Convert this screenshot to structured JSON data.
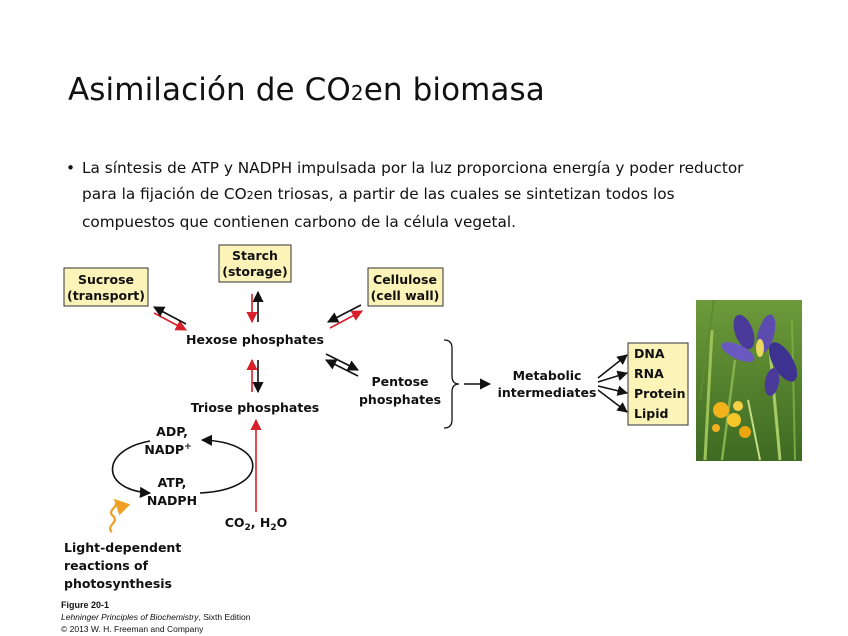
{
  "slide": {
    "title_pre": "Asimilación de CO",
    "title_sub": "2",
    "title_post": "en biomasa",
    "bullet_pre": "La síntesis de ATP y NADPH impulsada por la luz proporciona energía y poder reductor para la fijación de CO",
    "bullet_sub": "2",
    "bullet_post": "en triosas, a partir de las cuales se sintetizan todos los compuestos que contienen carbono de la célula vegetal."
  },
  "diagram": {
    "sucrose_1": "Sucrose",
    "sucrose_2": "(transport)",
    "starch_1": "Starch",
    "starch_2": "(storage)",
    "cellulose_1": "Cellulose",
    "cellulose_2": "(cell wall)",
    "hexose": "Hexose phosphates",
    "triose": "Triose phosphates",
    "pentose_1": "Pentose",
    "pentose_2": "phosphates",
    "metabolic_1": "Metabolic",
    "metabolic_2": "intermediates",
    "adp_1": "ADP,",
    "adp_2": "NADP",
    "adp_sup": "+",
    "atp_1": "ATP,",
    "atp_2": "NADPH",
    "co2_a": "CO",
    "co2_sub": "2",
    "co2_b": ", H",
    "h2o_sub": "2",
    "h2o_b": "O",
    "light_1": "Light-dependent",
    "light_2": "reactions of",
    "light_3": "photosynthesis",
    "products": [
      "DNA",
      "RNA",
      "Protein",
      "Lipid"
    ],
    "colors": {
      "box_fill": "#fbf3b8",
      "red_arrow": "#d8202a",
      "light_arrow": "#f0a020"
    }
  },
  "caption": {
    "figure": "Figure 20-1",
    "book": "Lehninger Principles of Biochemistry",
    "edition": ", Sixth Edition",
    "copyright": "© 2013 W. H. Freeman and Company"
  },
  "photo": {
    "icon": "iris-flower-photo"
  }
}
